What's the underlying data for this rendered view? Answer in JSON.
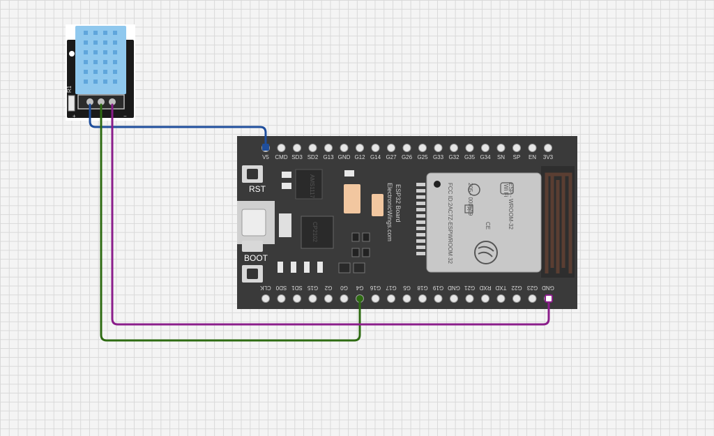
{
  "sensor": {
    "name": "DHT11 sensor module",
    "label_r": "R1",
    "plus": "+",
    "minus": "−"
  },
  "board": {
    "name": "ESP32 Board",
    "brand": "ElectronicWings.com",
    "module_name": "ESP - WROOM-32",
    "module_fcc": "FCC ID:2AC7Z-ESPWROOM 32",
    "module_id": "205 - 000519",
    "module_wifi": "Wi Fi",
    "module_r": "R",
    "module_ce": "CE",
    "reg_chip": "AMS1117",
    "usb_chip": "CP2102",
    "rst_label": "RST",
    "boot_label": "BOOT",
    "top_pins": [
      "V5",
      "CMD",
      "SD3",
      "SD2",
      "G13",
      "GND",
      "G12",
      "G14",
      "G27",
      "G26",
      "G25",
      "G33",
      "G32",
      "G35",
      "G34",
      "SN",
      "SP",
      "EN",
      "3V3"
    ],
    "bottom_pins": [
      "CLK",
      "SD0",
      "SD1",
      "G15",
      "G2",
      "G0",
      "G4",
      "G16",
      "G17",
      "G5",
      "G18",
      "G19",
      "GND",
      "G21",
      "RXD",
      "TXD",
      "G22",
      "G23",
      "GND"
    ]
  },
  "wires": [
    {
      "name": "vcc-wire",
      "from": "sensor +",
      "to": "V5",
      "color": "#1f4e9c"
    },
    {
      "name": "data-wire",
      "from": "sensor data",
      "to": "G4",
      "color": "#2e6b12"
    },
    {
      "name": "gnd-wire",
      "from": "sensor -",
      "to": "GND",
      "color": "#8a1d8a"
    }
  ],
  "colors": {
    "board": "#3a3a3a",
    "sensor_body": "#8fc8ee",
    "sensor_base": "#1a1a1a",
    "module": "#c8c8c8",
    "antenna": "#5a3e32"
  }
}
